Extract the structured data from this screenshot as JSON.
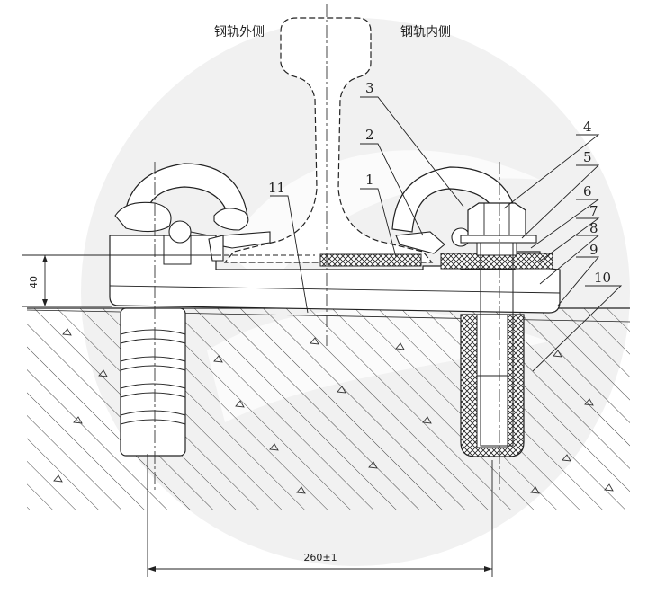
{
  "labels": {
    "rail_outer": "钢轨外侧",
    "rail_inner": "钢轨内侧"
  },
  "callouts": [
    "1",
    "2",
    "3",
    "4",
    "5",
    "6",
    "7",
    "8",
    "9",
    "10",
    "11"
  ],
  "dimensions": {
    "height": "40",
    "spacing": "260±1"
  },
  "colors": {
    "line": "#222222",
    "watermark": "#ececec"
  }
}
